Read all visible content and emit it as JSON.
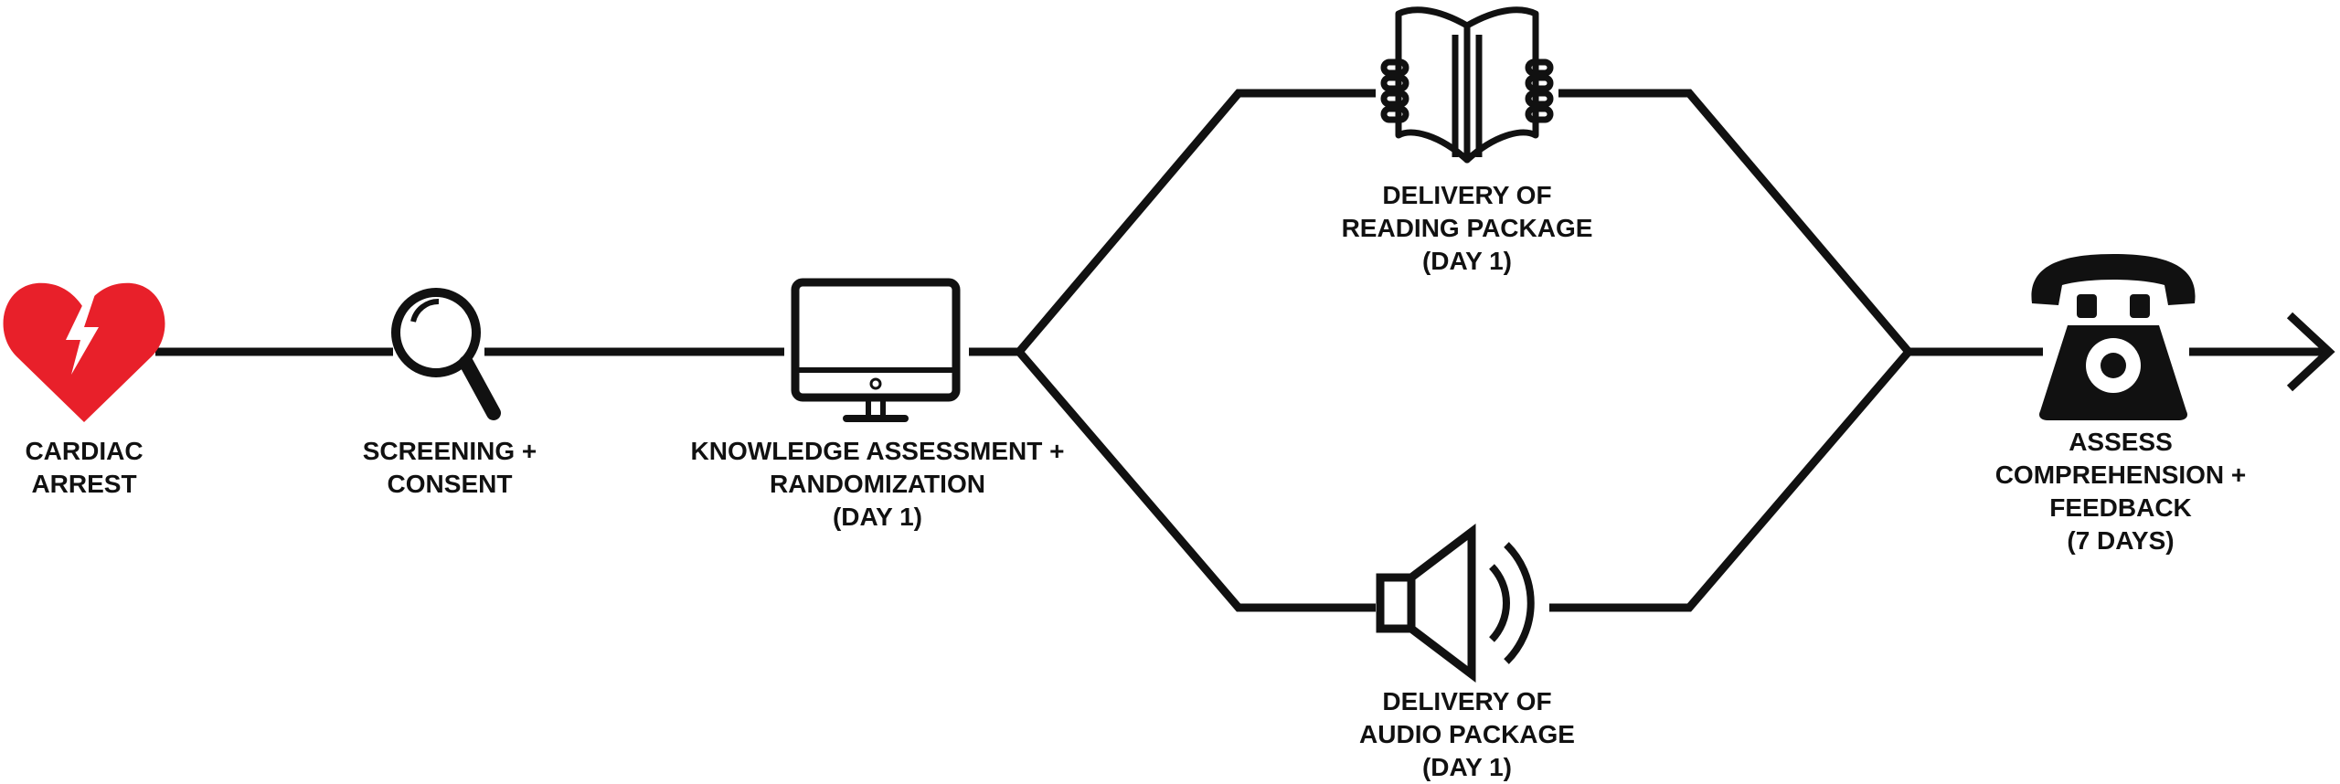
{
  "colors": {
    "line": "#111111",
    "heart": "#e8202a",
    "background": "#ffffff"
  },
  "steps": [
    {
      "id": "cardiac-arrest",
      "icon": "broken-heart-icon",
      "lines": [
        "CARDIAC",
        "ARREST"
      ]
    },
    {
      "id": "screening",
      "icon": "magnifying-glass-icon",
      "lines": [
        "SCREENING +",
        "CONSENT"
      ]
    },
    {
      "id": "knowledge",
      "icon": "computer-monitor-icon",
      "lines": [
        "KNOWLEDGE ASSESSMENT +",
        "RANDOMIZATION",
        "(DAY 1)"
      ]
    },
    {
      "id": "reading",
      "icon": "open-book-icon",
      "lines": [
        "DELIVERY OF",
        "READING PACKAGE",
        "(DAY 1)"
      ]
    },
    {
      "id": "audio",
      "icon": "speaker-icon",
      "lines": [
        "DELIVERY OF",
        "AUDIO PACKAGE",
        "(DAY 1)"
      ]
    },
    {
      "id": "assess",
      "icon": "telephone-icon",
      "lines": [
        "ASSESS",
        "COMPREHENSION +",
        "FEEDBACK",
        "(7 DAYS)"
      ]
    }
  ]
}
